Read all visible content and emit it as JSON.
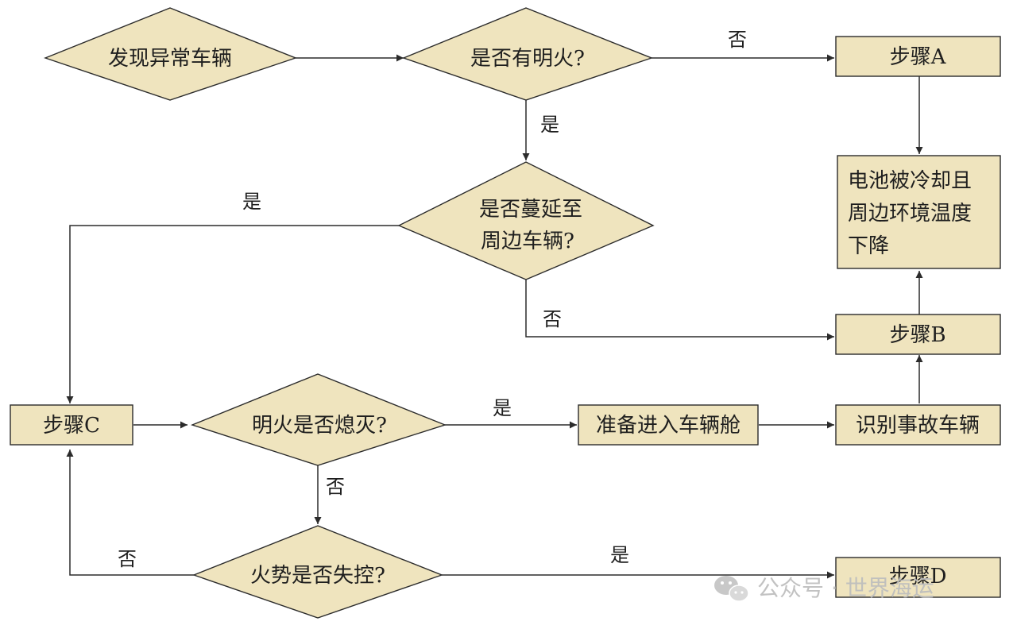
{
  "nodes": {
    "detect_abnormal": "发现异常车辆",
    "open_fire_q": "是否有明火?",
    "step_a": "步骤A",
    "spread_q_line1": "是否蔓延至",
    "spread_q_line2": "周边车辆?",
    "battery_line1": "电池被冷却且",
    "battery_line2": "周边环境温度",
    "battery_line3": "下降",
    "step_b": "步骤B",
    "step_c": "步骤C",
    "fire_out_q": "明火是否熄灭?",
    "prepare_enter": "准备进入车辆舱",
    "identify_vehicle": "识别事故车辆",
    "out_of_control_q": "火势是否失控?",
    "step_d": "步骤D"
  },
  "edge_labels": {
    "yes": "是",
    "no": "否"
  },
  "watermark": {
    "text": "公众号 · 世界海运",
    "icon": "wechat-icon"
  },
  "colors": {
    "node_fill": "#efe4be",
    "line": "#2b2b2b",
    "watermark": "#bdbdbd"
  }
}
